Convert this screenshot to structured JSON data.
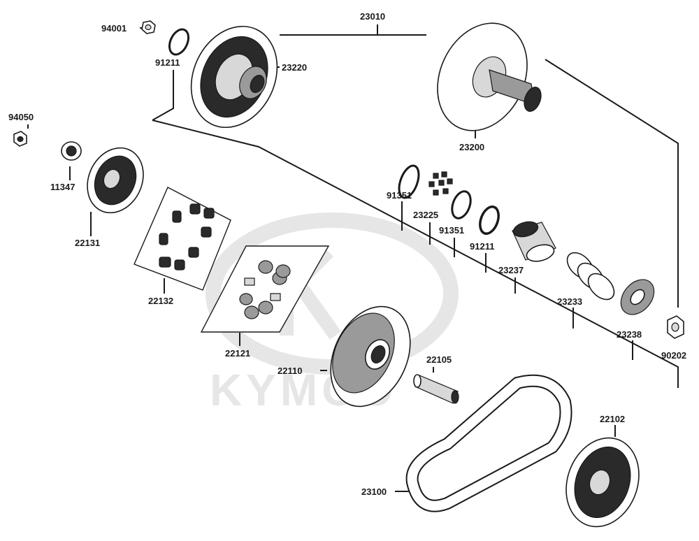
{
  "watermark": {
    "brand": "KYMCO",
    "color": "#e6e6e6"
  },
  "labels": {
    "p94001": "94001",
    "p91211_top": "91211",
    "p23220": "23220",
    "p23010": "23010",
    "p23200": "23200",
    "p94050": "94050",
    "p11347": "11347",
    "p22131": "22131",
    "p22132": "22132",
    "p91351_a": "91351",
    "p23225": "23225",
    "p91351_b": "91351",
    "p91211_mid": "91211",
    "p23237": "23237",
    "p23233": "23233",
    "p23238": "23238",
    "p90202": "90202",
    "p22121": "22121",
    "p22110": "22110",
    "p22105": "22105",
    "p23100": "23100",
    "p22102": "22102"
  }
}
